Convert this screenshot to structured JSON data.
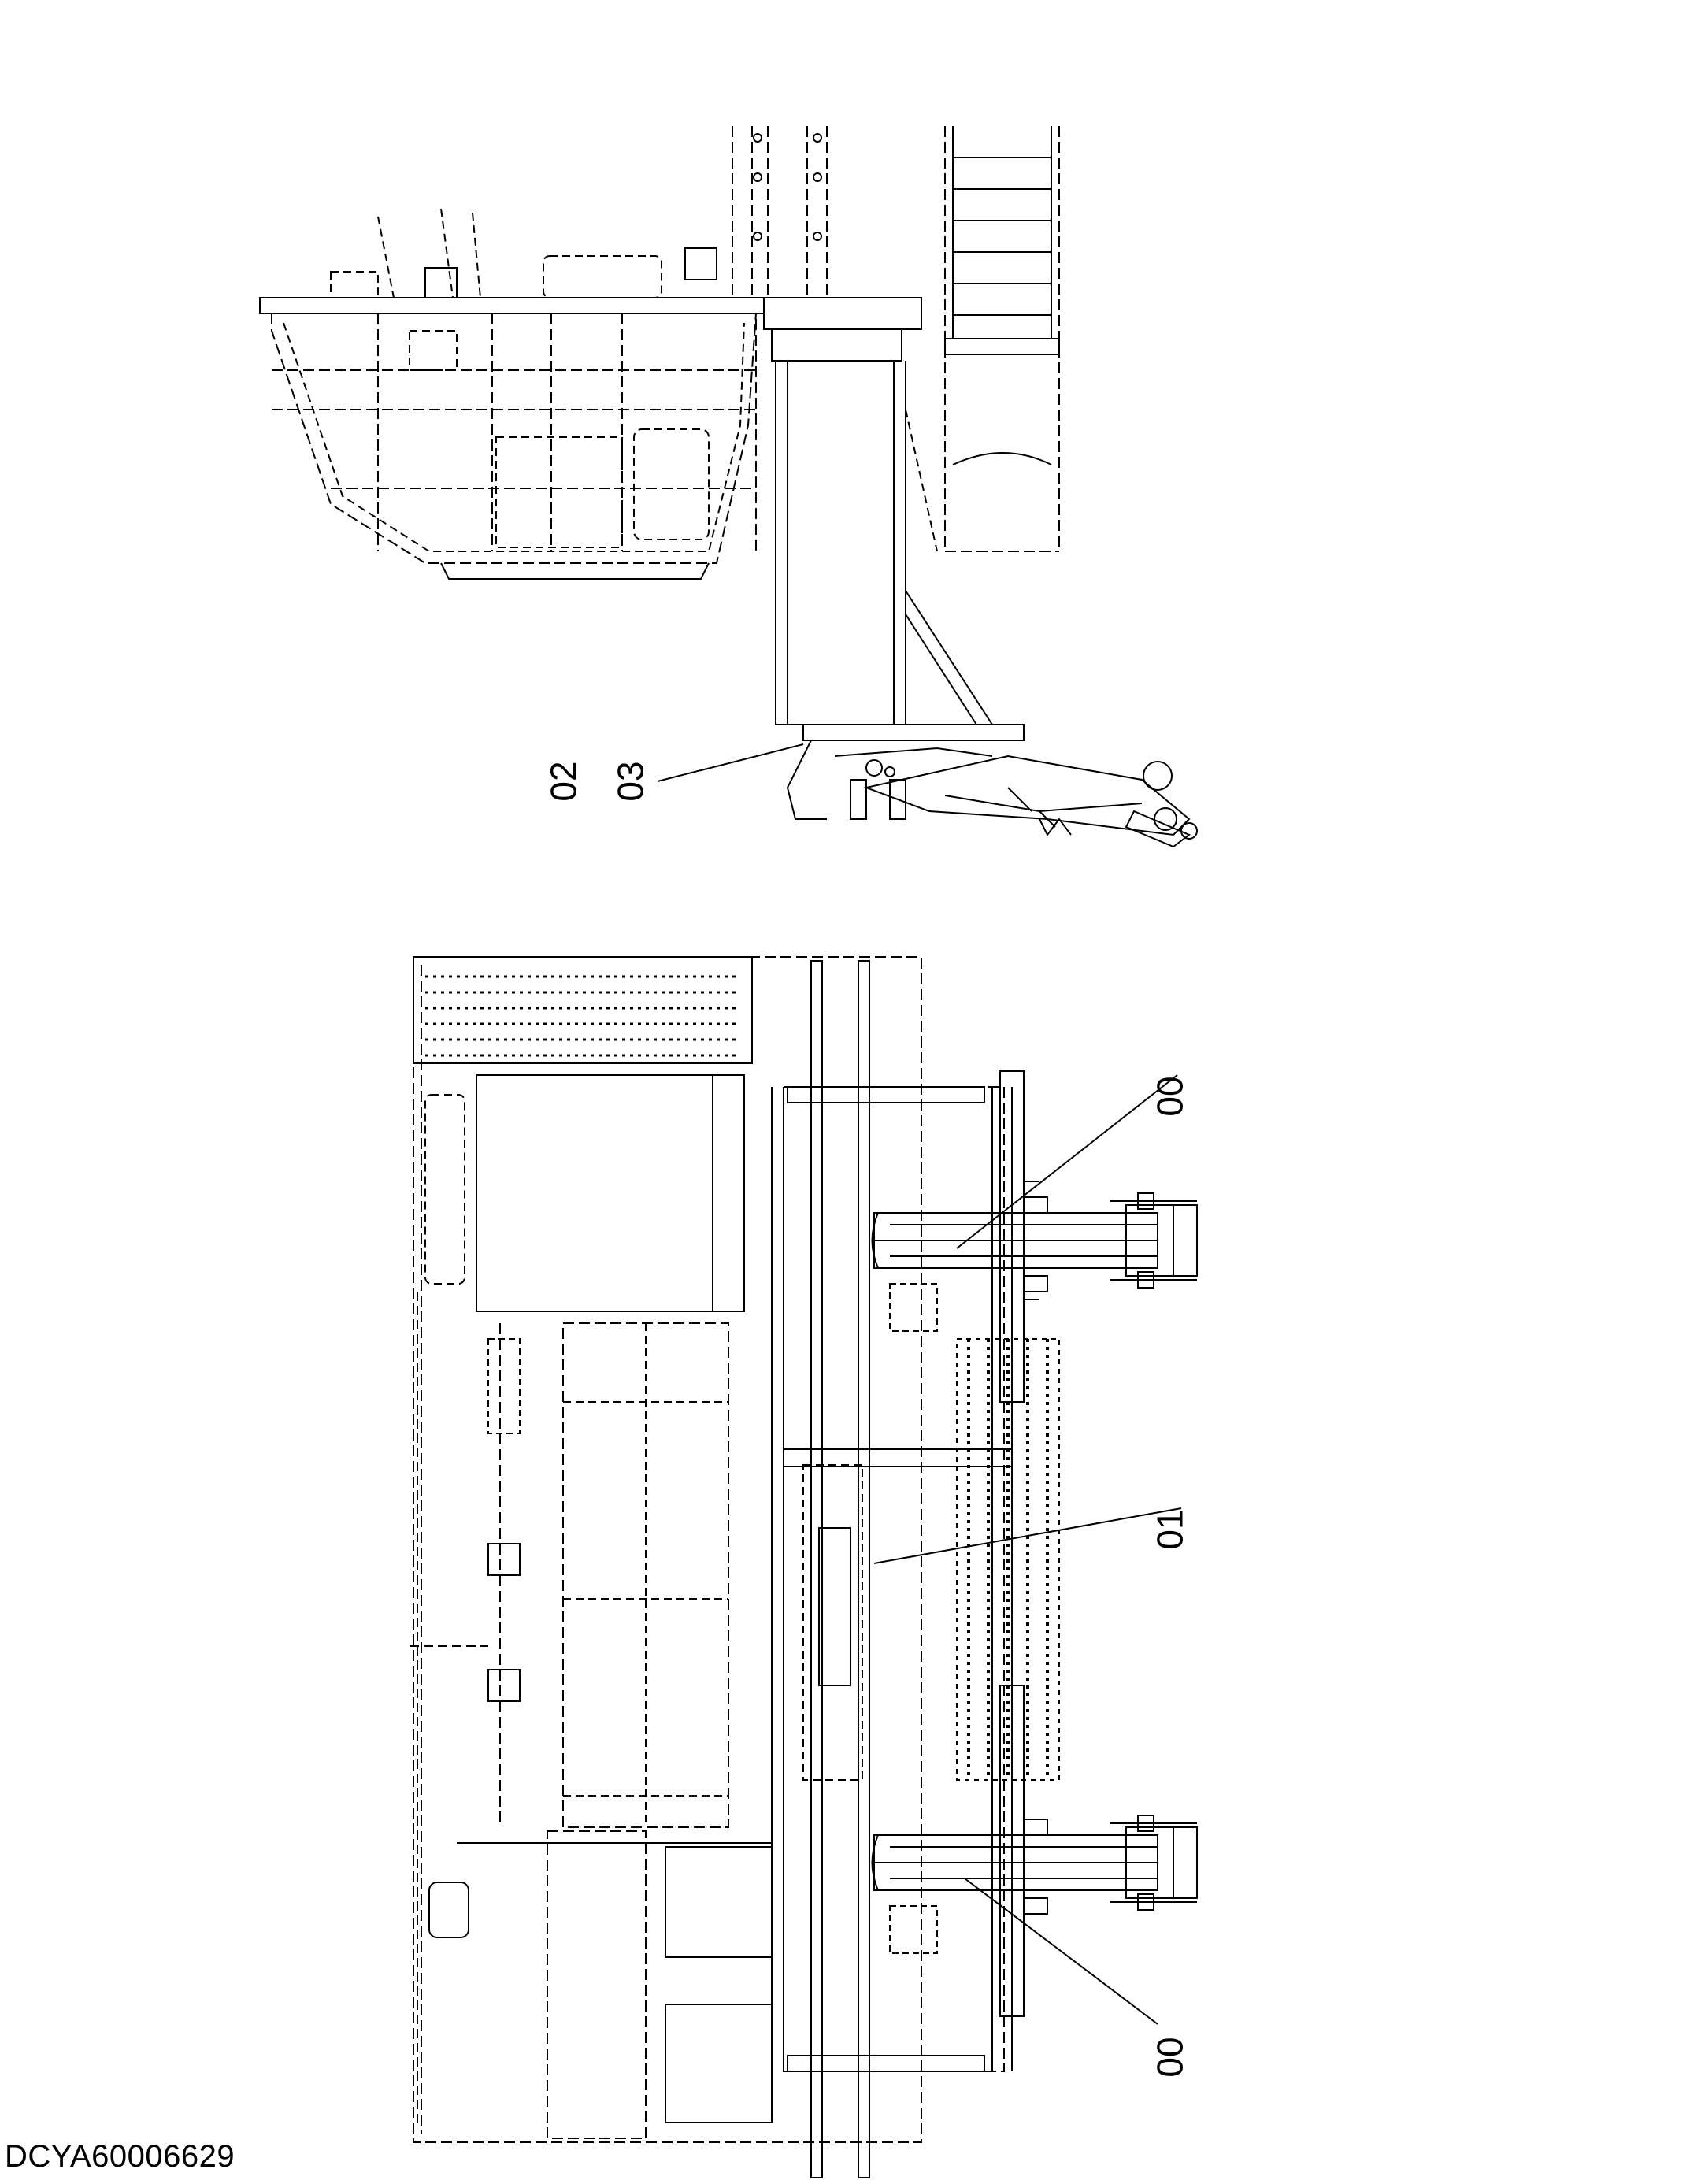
{
  "callouts": {
    "c02": "02",
    "c03": "03",
    "c00_top": "00",
    "c01": "01",
    "c00_bottom": "00"
  },
  "drawing_id": "DCYA60006629",
  "colors": {
    "line": "#000000",
    "background": "#ffffff"
  }
}
